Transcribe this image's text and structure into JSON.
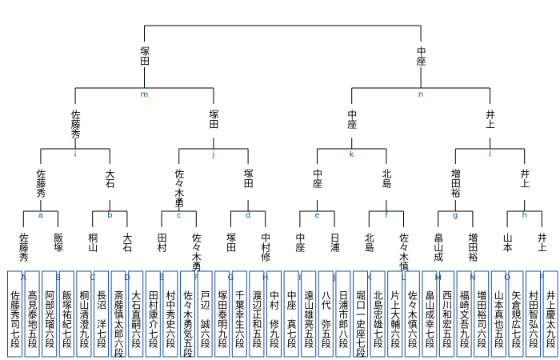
{
  "colors": {
    "line": "#000000",
    "match_label": "#1a4fa0",
    "box": "#1a4fa0",
    "background": "#ffffff"
  },
  "players": [
    "佐藤秀司七段",
    "髙見泰地五段",
    "阿部光瑠六段",
    "飯塚祐紀七段",
    "桐山清澄九段",
    "長沼　洋七段",
    "斎藤慎太郎六段",
    "大石直嗣六段",
    "田村康介七段",
    "村中秀史六段",
    "佐々木勇気五段",
    "戸辺　誠六段",
    "塚田泰明九段",
    "千葉幸生六段",
    "渡辺正和五段",
    "中村　修九段",
    "中座　真七段",
    "遠山雄亮五段",
    "八代　弥五段",
    "日浦市郎八段",
    "堀口一史座七段",
    "北島忠雄七段",
    "片上大輔六段",
    "佐々木慎六段",
    "畠山成幸七段",
    "西川和宏五段",
    "福崎文吾九段",
    "増田裕司六段",
    "山本真也五段",
    "矢倉規広七段",
    "村田智弘六段",
    "井上慶太九段"
  ],
  "round1": {
    "labels": [
      "A",
      "B",
      "C",
      "D",
      "E",
      "F",
      "G",
      "H",
      "I",
      "J",
      "K",
      "L",
      "M",
      "N",
      "O",
      "P"
    ],
    "winners": [
      "佐藤秀",
      "飯塚",
      "桐山",
      "大石",
      "田村",
      "佐々木勇",
      "塚田",
      "中村修",
      "中座",
      "日浦",
      "北島",
      "佐々木慎",
      "畠山成",
      "増田裕",
      "山本",
      "井上"
    ]
  },
  "round2": {
    "labels": [
      "a",
      "b",
      "c",
      "d",
      "e",
      "f",
      "g",
      "h"
    ],
    "winners": [
      "佐藤秀",
      "大石",
      "佐々木勇",
      "塚田",
      "中座",
      "北島",
      "増田裕",
      "井上"
    ]
  },
  "round3": {
    "labels": [
      "i",
      "j",
      "k",
      "l"
    ],
    "winners": [
      "佐藤秀",
      "塚田",
      "中座",
      "井上"
    ]
  },
  "round4": {
    "labels": [
      "m",
      "n"
    ],
    "winners": [
      "塚田",
      "中座"
    ]
  }
}
